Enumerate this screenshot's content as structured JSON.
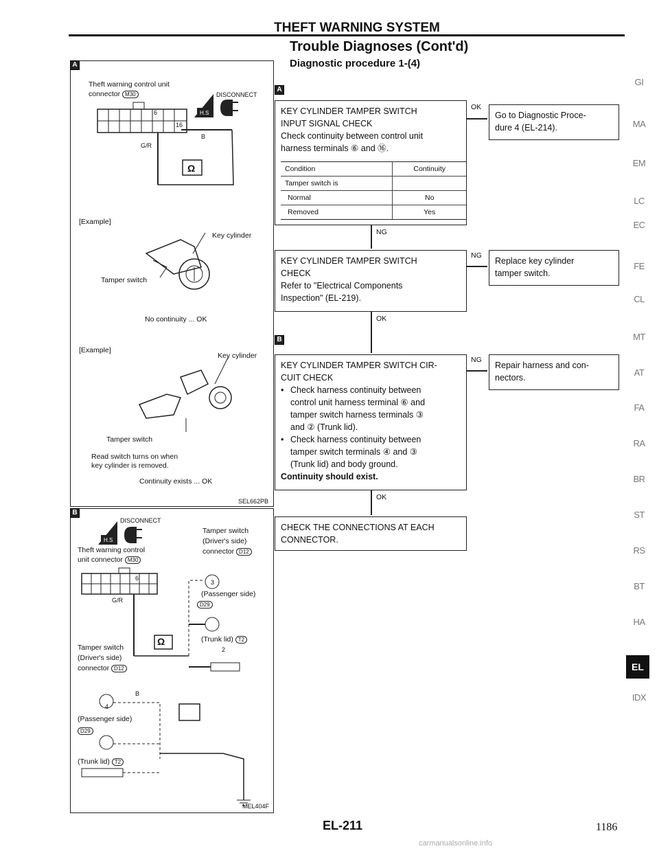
{
  "header": {
    "title": "THEFT WARNING SYSTEM",
    "subtitle": "Trouble Diagnoses (Cont'd)",
    "procedure": "Diagnostic procedure 1-(4)"
  },
  "left_panel_a": {
    "tag": "A",
    "connector_label_1": "Theft warning control unit",
    "connector_label_2": "connector",
    "connector_code": "M30",
    "disconnect": "DISCONNECT",
    "pin_6": "6",
    "pin_16": "16",
    "wire": "G/R",
    "wire_b": "B",
    "ohm": "Ω",
    "example1": "[Example]",
    "key_cylinder_1": "Key cylinder",
    "tamper_switch_1": "Tamper switch",
    "result_1": "No continuity ... OK",
    "example2": "[Example]",
    "key_cylinder_2": "Key cylinder",
    "tamper_switch_2": "Tamper switch",
    "note_1": "Read switch turns on when",
    "note_2": "key cylinder is removed.",
    "result_2": "Continuity exists ... OK",
    "figure_code": "SEL662PB"
  },
  "left_panel_b": {
    "tag": "B",
    "disconnect": "DISCONNECT",
    "tw_label_1": "Theft warning control",
    "tw_label_2": "unit connector",
    "tw_code": "M30",
    "pin_6": "6",
    "wire": "G/R",
    "ohm": "Ω",
    "ts_right_1": "Tamper switch",
    "ts_right_2": "(Driver's side)",
    "ts_right_3": "connector",
    "ts_right_code": "D12",
    "pin_3": "3",
    "passenger_right": "(Passenger side)",
    "passenger_code": "D29",
    "trunk_right": "(Trunk lid)",
    "trunk_code": "T2",
    "trunk_pins": "2",
    "ts_left_1": "Tamper switch",
    "ts_left_2": "(Driver's side)",
    "ts_left_3": "connector",
    "ts_left_code": "D12",
    "pin_4": "4",
    "wire_b": "B",
    "passenger_left": "(Passenger side)",
    "passenger_left_code": "D29",
    "trunk_left": "(Trunk lid)",
    "trunk_left_code": "T2",
    "figure_code": "MEL404F"
  },
  "flow": {
    "tag_a": "A",
    "tag_b": "B",
    "step1": {
      "line1": "KEY CYLINDER TAMPER SWITCH",
      "line2": "INPUT SIGNAL CHECK",
      "line3": "Check continuity between control unit",
      "line4": "harness terminals ⑥ and ⑯.",
      "table_header": [
        "Condition",
        "Continuity"
      ],
      "table_rows": [
        [
          "Tamper switch is",
          ""
        ],
        [
          "Normal",
          "No"
        ],
        [
          "Removed",
          "Yes"
        ]
      ],
      "ok_label": "OK",
      "ok_target_1": "Go to Diagnostic Proce-",
      "ok_target_2": "dure 4 (EL-214).",
      "ng_label": "NG"
    },
    "step2": {
      "line1": "KEY CYLINDER TAMPER SWITCH",
      "line2": "CHECK",
      "line3": "Refer to \"Electrical Components",
      "line4": "Inspection\" (EL-219).",
      "ng_label": "NG",
      "ng_target_1": "Replace key cylinder",
      "ng_target_2": "tamper switch.",
      "ok_label": "OK"
    },
    "step3": {
      "line1": "KEY CYLINDER TAMPER SWITCH CIR-",
      "line2": "CUIT CHECK",
      "b1_1": "Check harness continuity between",
      "b1_2": "control unit harness terminal ⑥ and",
      "b1_3": "tamper switch harness terminals ③",
      "b1_4": "and ② (Trunk lid).",
      "b2_1": "Check harness continuity between",
      "b2_2": "tamper switch terminals ④ and ③",
      "b2_3": "(Trunk lid) and body ground.",
      "conclusion": "Continuity should exist.",
      "ng_label": "NG",
      "ng_target_1": "Repair harness and con-",
      "ng_target_2": "nectors.",
      "ok_label": "OK"
    },
    "step4": {
      "line1": "CHECK THE CONNECTIONS AT EACH",
      "line2": "CONNECTOR."
    }
  },
  "side_tabs": [
    "GI",
    "MA",
    "EM",
    "LC",
    "EC",
    "FE",
    "CL",
    "MT",
    "AT",
    "FA",
    "RA",
    "BR",
    "ST",
    "RS",
    "BT",
    "HA",
    "EL",
    "IDX"
  ],
  "footer": {
    "page_code": "EL-211",
    "page_number": "1186",
    "watermark": "carmanualsonline.info"
  }
}
